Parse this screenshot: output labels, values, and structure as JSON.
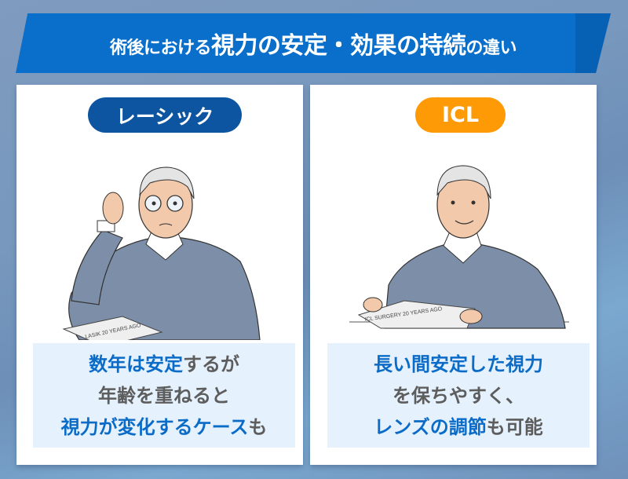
{
  "banner": {
    "title_parts": [
      {
        "text": "術後における",
        "size": "small"
      },
      {
        "text": "視力の安定・効果の持続",
        "size": "large"
      },
      {
        "text": "の違い",
        "size": "small"
      }
    ],
    "color": "#0a6fcb"
  },
  "cards": [
    {
      "label": "レーシック",
      "label_color": "#0d55a0",
      "illustration": "elderly man adjusting glasses, squinting, newspaper on table",
      "newspaper_text": "LASIK 20 YEARS AGO",
      "lines": [
        [
          {
            "text": "数年は安定",
            "color": "blue"
          },
          {
            "text": "するが",
            "color": "gray"
          }
        ],
        [
          {
            "text": "年齢を重ねると",
            "color": "gray"
          }
        ],
        [
          {
            "text": "視力が変化するケース",
            "color": "blue"
          },
          {
            "text": "も",
            "color": "gray"
          }
        ]
      ]
    },
    {
      "label": "ICL",
      "label_color": "#fd9a06",
      "illustration": "elderly man smiling without glasses, hands on newspaper",
      "newspaper_text": "ICL SURGERY 20 YEARS AGO",
      "lines": [
        [
          {
            "text": "長い間安定した視力",
            "color": "blue"
          }
        ],
        [
          {
            "text": "を保ちやすく、",
            "color": "gray"
          }
        ],
        [
          {
            "text": "レンズの調節",
            "color": "blue"
          },
          {
            "text": "も可能",
            "color": "gray"
          }
        ]
      ]
    }
  ]
}
